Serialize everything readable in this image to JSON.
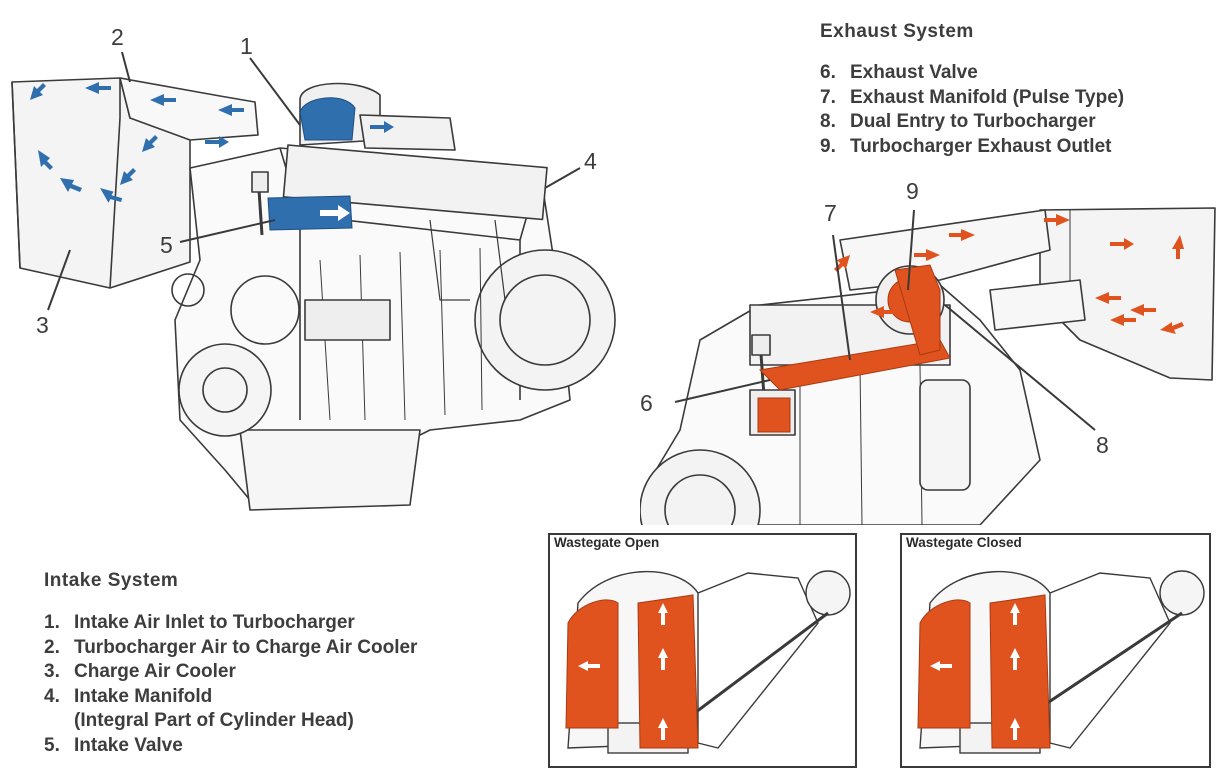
{
  "exhaust": {
    "title": "Exhaust System",
    "items": [
      {
        "num": "6.",
        "label": "Exhaust Valve"
      },
      {
        "num": "7.",
        "label": "Exhaust Manifold (Pulse Type)"
      },
      {
        "num": "8.",
        "label": "Dual Entry to Turbocharger"
      },
      {
        "num": "9.",
        "label": "Turbocharger Exhaust Outlet"
      }
    ]
  },
  "intake": {
    "title": "Intake System",
    "items": [
      {
        "num": "1.",
        "label": "Intake Air Inlet to Turbocharger",
        "sub": ""
      },
      {
        "num": "2.",
        "label": "Turbocharger Air to Charge Air Cooler",
        "sub": ""
      },
      {
        "num": "3.",
        "label": "Charge Air Cooler",
        "sub": ""
      },
      {
        "num": "4.",
        "label": "Intake Manifold",
        "sub": "(Integral Part of Cylinder Head)"
      },
      {
        "num": "5.",
        "label": "Intake Valve",
        "sub": ""
      }
    ]
  },
  "callouts": {
    "c1": "1",
    "c2": "2",
    "c3": "3",
    "c4": "4",
    "c5": "5",
    "c6": "6",
    "c7": "7",
    "c8": "8",
    "c9": "9"
  },
  "panels": {
    "open": "Wastegate Open",
    "closed": "Wastegate Closed"
  },
  "colors": {
    "intake_flow": "#2f6fae",
    "exhaust_flow": "#e0531f",
    "line": "#3a3a3a"
  },
  "icons": {
    "intake_arrow": "arrow-icon",
    "exhaust_arrow": "arrow-icon"
  }
}
